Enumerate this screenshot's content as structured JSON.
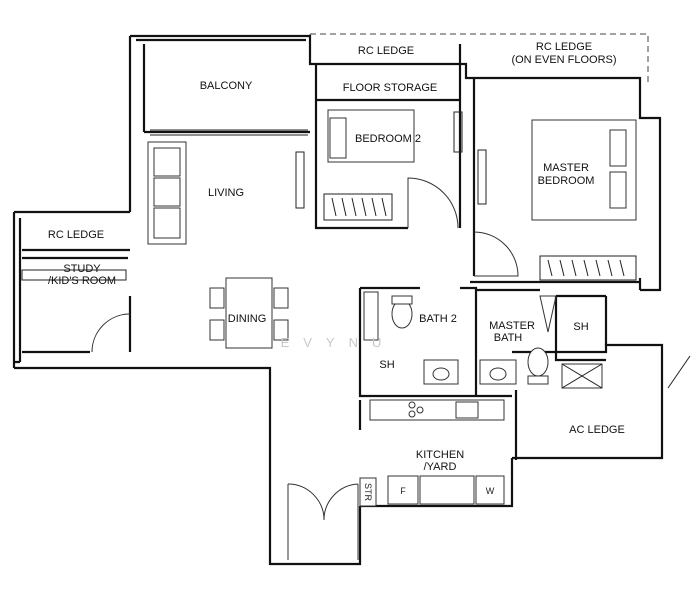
{
  "rooms": {
    "rc_ledge_top": "RC LEDGE",
    "rc_ledge_even_1": "RC LEDGE",
    "rc_ledge_even_2": "(ON EVEN FLOORS)",
    "floor_storage": "FLOOR STORAGE",
    "balcony": "BALCONY",
    "bedroom2": "BEDROOM 2",
    "master_bedroom_1": "MASTER",
    "master_bedroom_2": "BEDROOM",
    "living": "LIVING",
    "rc_ledge_left": "RC LEDGE",
    "study_1": "STUDY",
    "study_2": "/KID'S ROOM",
    "dining": "DINING",
    "bath2": "BATH 2",
    "master_bath_1": "MASTER",
    "master_bath_2": "BATH",
    "sh_master": "SH",
    "sh_bath2": "SH",
    "ac_ledge": "AC LEDGE",
    "kitchen_1": "KITCHEN",
    "kitchen_2": "/YARD",
    "str": "STR",
    "fridge": "F",
    "washer": "W"
  },
  "watermark": "EVYNU"
}
